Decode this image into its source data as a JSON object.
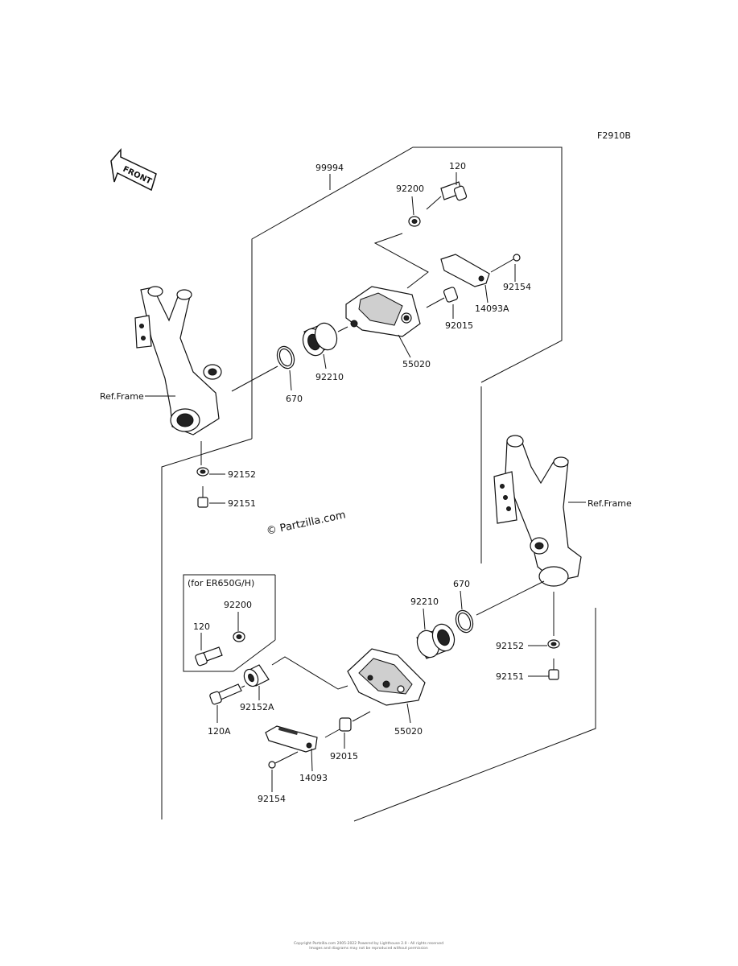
{
  "figure_code": "F2910B",
  "front_badge": "FRONT",
  "assembly_ref": "99994",
  "watermark": "© Partzilla.com",
  "variant_note": "(for ER650G/H)",
  "ref_frame_left": "Ref.Frame",
  "ref_frame_right": "Ref.Frame",
  "labels": {
    "p120_top": "120",
    "p92200_top": "92200",
    "p92154_top": "92154",
    "p14093A": "14093A",
    "p92015_top": "92015",
    "p55020_top": "55020",
    "p92210_top": "92210",
    "p670_top": "670",
    "p92152_left": "92152",
    "p92151_left": "92151",
    "p120_box": "120",
    "p92200_box": "92200",
    "p120A": "120A",
    "p92152A": "92152A",
    "p14093": "14093",
    "p92015_bot": "92015",
    "p55020_bot": "55020",
    "p92154_bot": "92154",
    "p92210_bot": "92210",
    "p670_bot": "670",
    "p92152_right": "92152",
    "p92151_right": "92151"
  },
  "copyright_line1": "Copyright Partzilla.com 2005-2022 Powered by Lighthouse 2.0 - All rights reserved",
  "copyright_line2": "Images and diagrams may not be reproduced without permission"
}
